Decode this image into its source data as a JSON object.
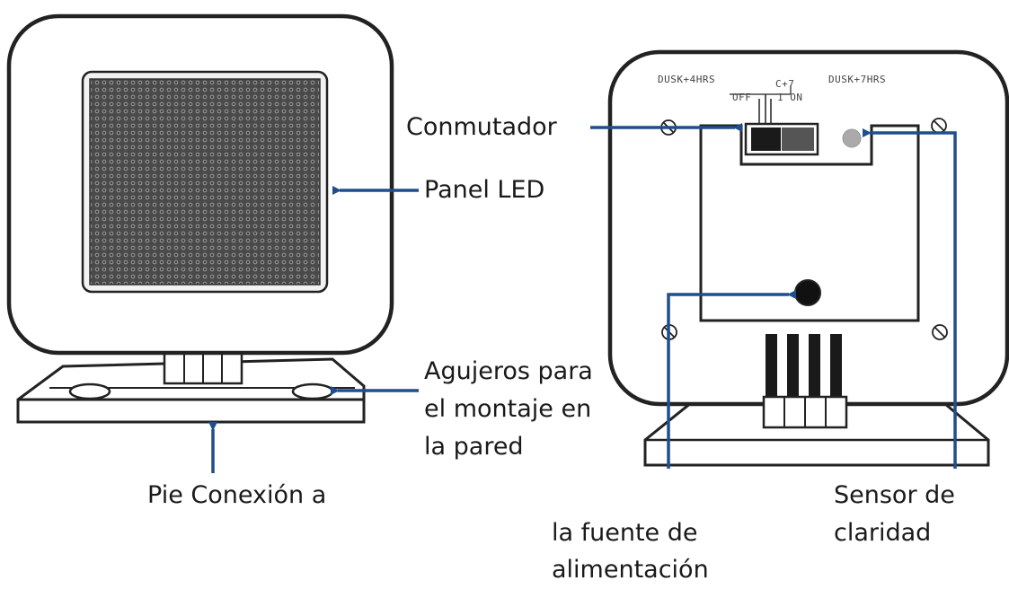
{
  "labels": {
    "conmutador": "Conmutador",
    "panel_led": "Panel LED",
    "agujeros_line1": "Agujeros para",
    "agujeros_line2": "el montaje en",
    "agujeros_line3": "la pared",
    "pie": "Pie Conexión a",
    "fuente_line1": "la fuente de",
    "fuente_line2": "alimentación",
    "sensor_line1": "Sensor de",
    "sensor_line2": "claridad"
  },
  "switch_marks": {
    "left_top": "DUSK+4HRS",
    "right_top": "DUSK+7HRS",
    "mid_top": "C+7",
    "off": "OFF",
    "on": "1  ON"
  },
  "colors": {
    "arrow": "#1f4e8c",
    "outline": "#222222",
    "text": "#1a1a1a"
  }
}
